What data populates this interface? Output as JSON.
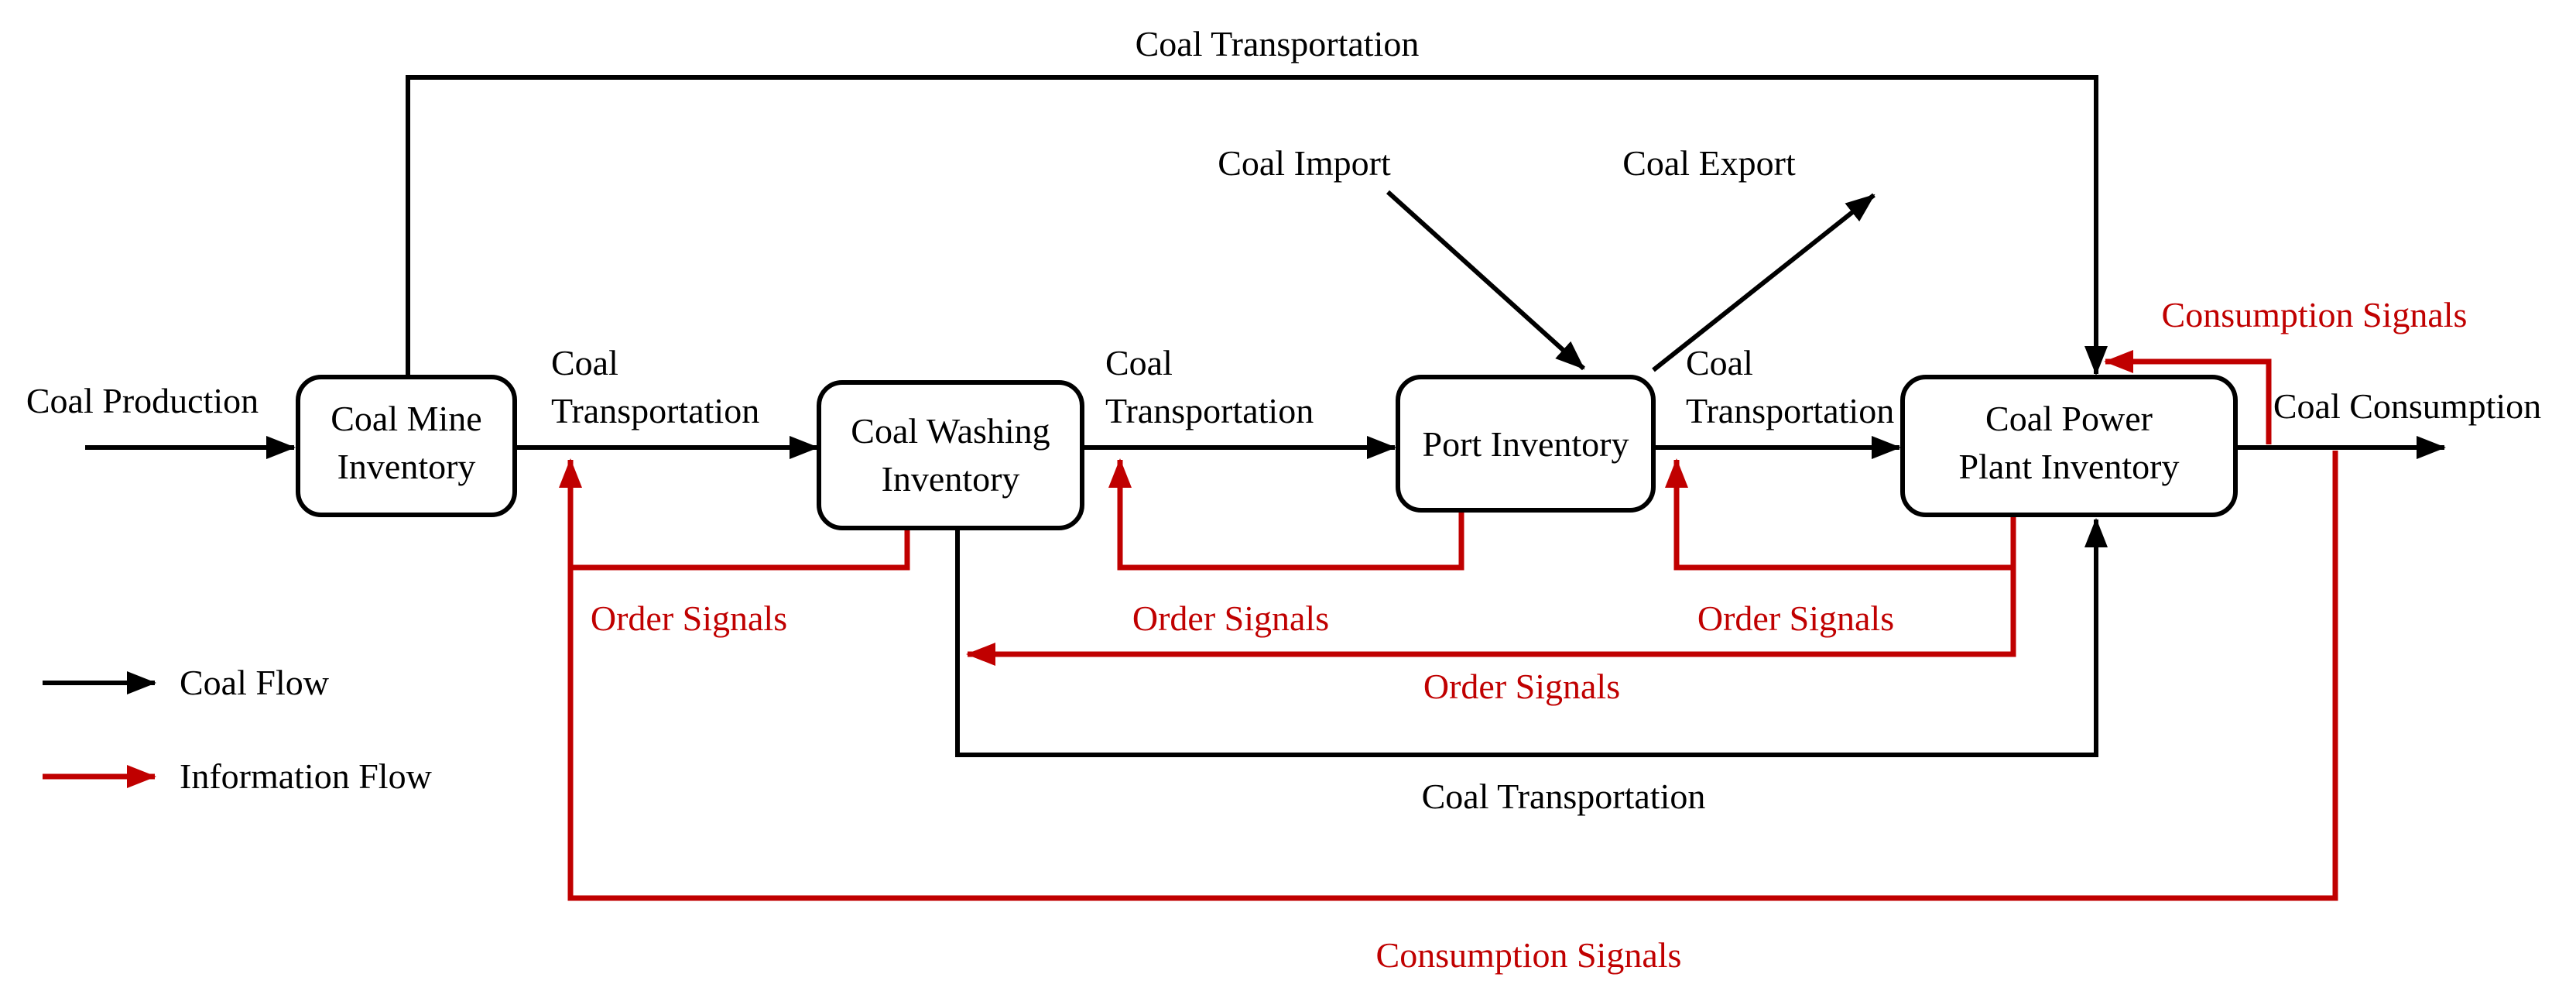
{
  "diagram": {
    "nodes": {
      "coal_mine": {
        "line1": "Coal Mine",
        "line2": "Inventory"
      },
      "coal_washing": {
        "line1": "Coal Washing",
        "line2": "Inventory"
      },
      "port": {
        "label": "Port Inventory"
      },
      "coal_power_plant": {
        "line1": "Coal Power",
        "line2": "Plant Inventory"
      }
    },
    "flows": {
      "coal_production": "Coal Production",
      "coal_transportation": "Coal Transportation",
      "coal_transportation_word1": "Coal",
      "coal_transportation_word2": "Transportation",
      "coal_import": "Coal Import",
      "coal_export": "Coal Export",
      "coal_consumption": "Coal Consumption",
      "order_signals": "Order Signals",
      "consumption_signals": "Consumption Signals"
    },
    "legend": {
      "coal_flow": "Coal Flow",
      "information_flow": "Information Flow"
    },
    "colors": {
      "coal_flow": "#000000",
      "information_flow": "#C00000"
    }
  }
}
